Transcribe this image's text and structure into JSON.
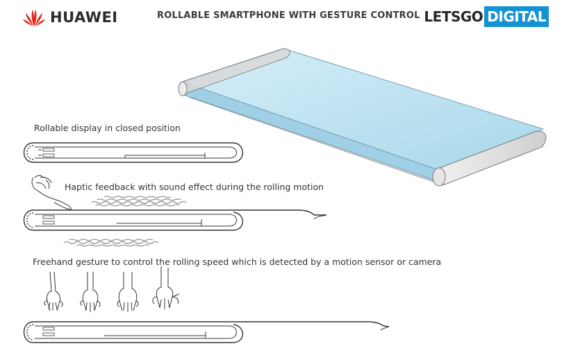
{
  "header": {
    "brand_name": "HUAWEI",
    "title": "ROLLABLE SMARTPHONE WITH GESTURE CONTROL",
    "source_logo_part1": "LETSGO",
    "source_logo_part2": "DIGITAL"
  },
  "captions": {
    "closed": "Rollable display in closed position",
    "haptic": "Haptic feedback with sound effect during the rolling motion",
    "gesture": "Freehand gesture to control the rolling speed which is detected by a motion sensor or camera"
  },
  "colors": {
    "brand_red": "#e2231a",
    "source_blue": "#1592d2",
    "screen_blue": "#bfe3f2",
    "line": "#333333"
  },
  "icons": [
    "huawei-flower-logo",
    "finger-press-icon",
    "hand-gesture-icon"
  ]
}
